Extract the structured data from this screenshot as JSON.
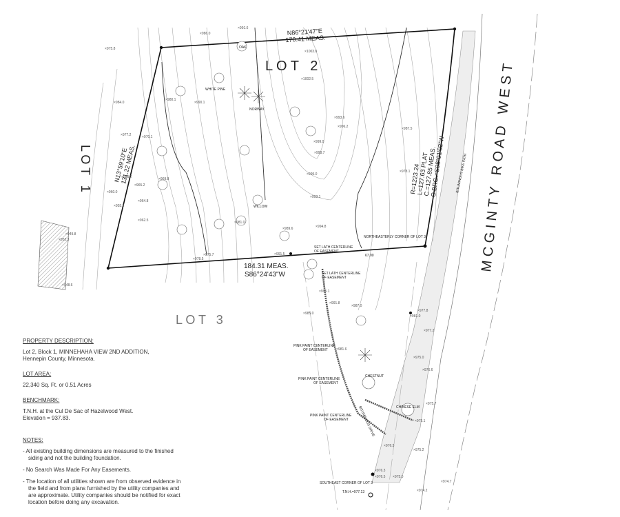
{
  "labels": {
    "lot2": "L O T   2",
    "lot1": "L O T   1",
    "lot3": "L O T   3",
    "road": "M C G I N T Y   R O A D   W E S T"
  },
  "bearings": {
    "north_line": [
      "N86°21'47\"E",
      "170.41 MEAS."
    ],
    "west_line": [
      "N13°59'10\"E",
      "131.22 MEAS."
    ],
    "south_line": [
      "184.31 MEAS.",
      "S86°24'43\"W"
    ],
    "curve": [
      "R=1223.24",
      "L=127.63 PLAT",
      "C.=127.85 MEAS.",
      "C.BRG.=S08°01'02\"W"
    ]
  },
  "annotations": {
    "ne_corner_lot3": "NORTHEASTERLY CORNER OF LOT 3",
    "set_lath_1": [
      "SET LATH CENTERLINE",
      "OF EASEMENT"
    ],
    "set_lath_2": [
      "SET LATH CENTERLINE",
      "OF EASEMENT"
    ],
    "pink_paint_1": [
      "PINK PAINT CENTERLINE",
      "OF EASEMENT"
    ],
    "pink_paint_2": [
      "PINK PAINT CENTERLINE",
      "OF EASEMENT"
    ],
    "pink_paint_3": [
      "PINK PAINT CENTERLINE",
      "OF EASEMENT"
    ],
    "se_corner_lot3": "SOUTHEAST CORNER OF LOT 3",
    "tnh": "T.N.H.=977.13",
    "dim_67": "67.00",
    "bike_path": "BITUMINOUS BIKE PATH",
    "driveway": "BITUMINOUS DRIVE",
    "chestnut": "CHESTNUT",
    "chinese_elm": "CHINESE ELM",
    "white_pine": "WHITE PINE",
    "willow": "WILLOW",
    "norway": "NORWAY",
    "oak": "OAK"
  },
  "spot_elevations": [
    "975.8",
    "986.0",
    "991.6",
    "1003.0",
    "1002.5",
    "998.7",
    "999.0",
    "984.0",
    "977.2",
    "980.1",
    "990.1",
    "996.2",
    "993.6",
    "987.5",
    "970.1",
    "965.2",
    "969.8",
    "964.8",
    "962.5",
    "995.0",
    "993.1",
    "978.5",
    "975.7",
    "981.0",
    "989.6",
    "994.8",
    "987.0",
    "991.8",
    "995.1",
    "991.5",
    "985.0",
    "981.6",
    "981.0",
    "977.8",
    "977.2",
    "975.0",
    "976.6",
    "975.7",
    "975.1",
    "976.5",
    "975.2",
    "976.3",
    "976.5",
    "975.0",
    "974.2",
    "974.7",
    "949.8",
    "952.3",
    "948.6",
    "978.1",
    "985.2",
    "955.2",
    "960.0"
  ],
  "notes": {
    "property_heading": "PROPERTY DESCRIPTION:",
    "property_text": [
      "Lot 2, Block 1, MINNEHAHA VIEW 2ND ADDITION,",
      "Hennepin County, Minnesota."
    ],
    "area_heading": "LOT AREA:",
    "area_text": "22,340 Sq. Ft. or 0.51 Acres",
    "benchmark_heading": "BENCHMARK:",
    "benchmark_text": [
      "T.N.H. at the Cul De Sac of Hazelwood West.",
      "Elevation = 937.83."
    ],
    "notes_heading": "NOTES:",
    "items": [
      "- All existing building dimensions are measured to the finished siding and not the building foundation.",
      "- No Search Was Made For Any Easements.",
      "- The location of all utilities shown are from observed evidence in the field and from plans furnished by the utility companies and are approximate.  Utility companies should be notified for exact location before doing any excavation."
    ]
  }
}
